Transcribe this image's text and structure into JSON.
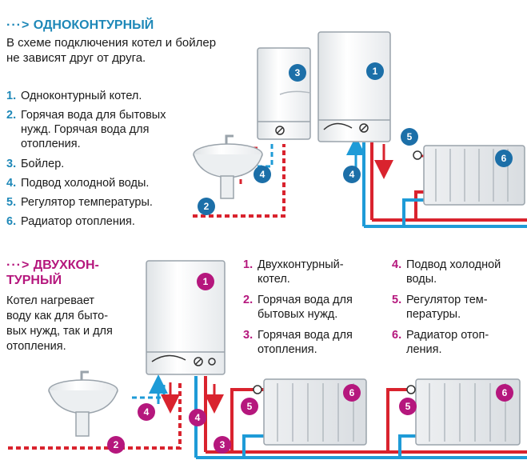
{
  "section1": {
    "marker": "···>",
    "title": "ОДНОКОНТУРНЫЙ",
    "intro_lines": [
      "В схеме подключения котел и бойлер",
      "не зависят друг от друга."
    ],
    "items": [
      {
        "num": "1.",
        "lines": [
          "Одноконтурный котел."
        ]
      },
      {
        "num": "2.",
        "lines": [
          "Горячая вода для бытовых",
          "нужд. Горячая вода для",
          "отопления."
        ]
      },
      {
        "num": "3.",
        "lines": [
          "Бойлер."
        ]
      },
      {
        "num": "4.",
        "lines": [
          "Подвод холодной воды."
        ]
      },
      {
        "num": "5.",
        "lines": [
          "Регулятор температуры."
        ]
      },
      {
        "num": "6.",
        "lines": [
          "Радиатор отопления."
        ]
      }
    ]
  },
  "section2": {
    "marker": "···>",
    "title_lines": [
      "ДВУХКОН-",
      "ТУРНЫЙ"
    ],
    "intro_lines": [
      "Котел нагревает",
      "воду как для быто-",
      "вых нужд, так и для",
      "отопления."
    ],
    "items_left": [
      {
        "num": "1.",
        "lines": [
          "Двухконтурный-",
          "котел."
        ]
      },
      {
        "num": "2.",
        "lines": [
          "Горячая вода для",
          "бытовых нужд."
        ]
      },
      {
        "num": "3.",
        "lines": [
          "Горячая вода для",
          "отопления."
        ]
      }
    ],
    "items_right": [
      {
        "num": "4.",
        "lines": [
          "Подвод холодной",
          "воды."
        ]
      },
      {
        "num": "5.",
        "lines": [
          "Регулятор тем-",
          "пературы."
        ]
      },
      {
        "num": "6.",
        "lines": [
          "Радиатор отоп-",
          "ления."
        ]
      }
    ]
  },
  "badges": {
    "top": {
      "boiler": "3",
      "main": "1",
      "sink": "2",
      "cold1": "4",
      "cold2": "4",
      "regulator": "5",
      "radiator": "6"
    },
    "bottom": {
      "main": "1",
      "sink": "2",
      "cold1": "4",
      "cold2": "4",
      "heating": "3",
      "reg1": "5",
      "rad1": "6",
      "reg2": "5",
      "rad2": "6"
    }
  },
  "colors": {
    "blue_accent": "#1e88b8",
    "magenta_accent": "#b5177d",
    "hot_pipe": "#d9232e",
    "cold_pipe": "#1e9bd7",
    "badge_blue": "#1c6fa8",
    "badge_magenta": "#b5177d"
  }
}
